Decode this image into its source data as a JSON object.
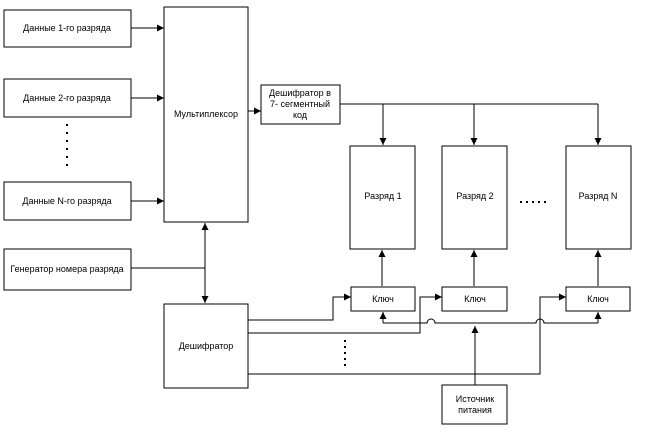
{
  "blocks": {
    "data1": "Данные 1-го разряда",
    "data2": "Данные 2-го разряда",
    "dataN": "Данные N-го разряда",
    "generator": "Генератор номера разряда",
    "mux": "Мультиплексор",
    "seg_decoder_line1": "Дешифратор в",
    "seg_decoder_line2": "7- сегментный",
    "seg_decoder_line3": "код",
    "digit1": "Разряд 1",
    "digit2": "Разряд 2",
    "digitN": "Разряд N",
    "key1": "Ключ",
    "key2": "Ключ",
    "keyN": "Ключ",
    "decoder": "Дешифратор",
    "power_line1": "Источник",
    "power_line2": "питания"
  }
}
